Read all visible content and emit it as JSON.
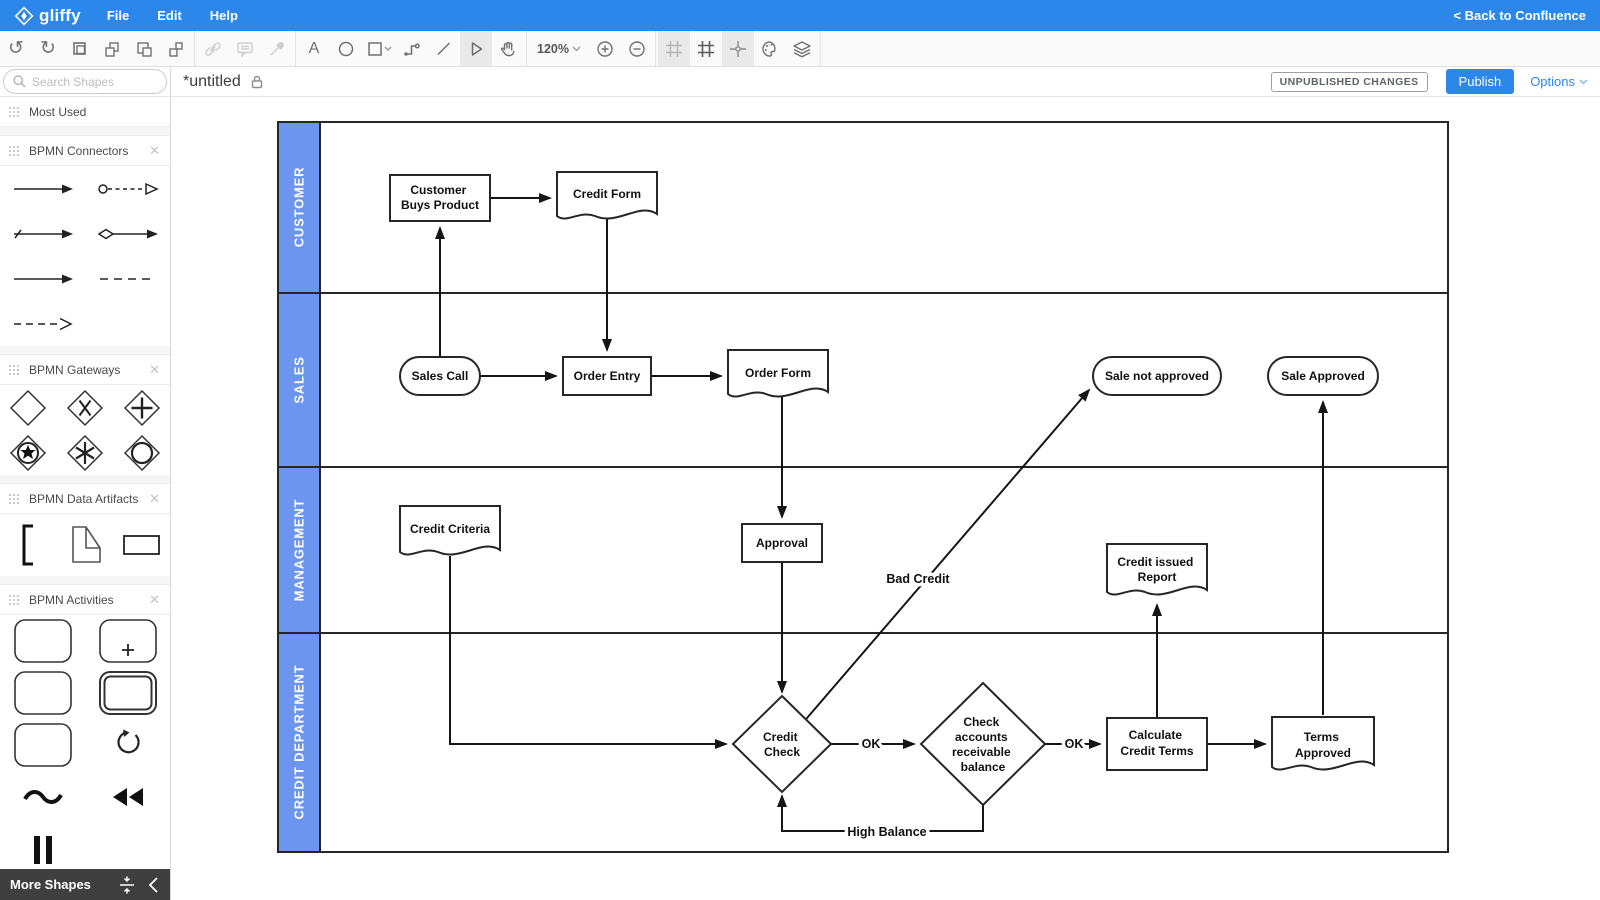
{
  "topbar": {
    "logo_text": "gliffy",
    "menus": [
      {
        "label": "File"
      },
      {
        "label": "Edit"
      },
      {
        "label": "Help"
      }
    ],
    "back_label": "< Back to Confluence"
  },
  "toolbar": {
    "zoom_level": "120%",
    "icons": [
      "undo",
      "redo",
      "bring-to-front",
      "bring-forward",
      "send-backward",
      "send-to-back",
      "link",
      "comment",
      "eyedropper",
      "text",
      "ellipse",
      "rectangle",
      "connector",
      "line",
      "pointer",
      "pan-hand",
      "zoom-dropdown",
      "zoom-in",
      "zoom-out",
      "grid-snap",
      "grid",
      "snap-to-object",
      "theme-palette",
      "layers"
    ],
    "pressed_icons": [
      "pointer",
      "grid-snap",
      "snap-to-object"
    ]
  },
  "titlebar": {
    "title": "*untitled",
    "status_badge": "UNPUBLISHED CHANGES",
    "publish_label": "Publish",
    "options_label": "Options"
  },
  "sidebar": {
    "search_placeholder": "Search Shapes",
    "sections": [
      {
        "label": "Most Used"
      },
      {
        "label": "BPMN Connectors"
      },
      {
        "label": "BPMN Gateways"
      },
      {
        "label": "BPMN Data Artifacts"
      },
      {
        "label": "BPMN Activities"
      }
    ],
    "more_shapes_label": "More Shapes"
  },
  "diagram": {
    "lanes": [
      "CUSTOMER",
      "SALES",
      "MANAGEMENT",
      "CREDIT DEPARTMENT"
    ],
    "nodes": {
      "customer_buys_product": {
        "type": "task",
        "lane": "CUSTOMER",
        "lines": [
          "Customer",
          "Buys Product"
        ]
      },
      "credit_form": {
        "type": "document",
        "lane": "CUSTOMER",
        "lines": [
          "Credit Form"
        ]
      },
      "sales_call": {
        "type": "terminator",
        "lane": "SALES",
        "lines": [
          "Sales Call"
        ]
      },
      "order_entry": {
        "type": "task",
        "lane": "SALES",
        "lines": [
          "Order Entry"
        ]
      },
      "order_form": {
        "type": "document",
        "lane": "SALES",
        "lines": [
          "Order Form"
        ]
      },
      "sale_not_approved": {
        "type": "terminator",
        "lane": "SALES",
        "lines": [
          "Sale not approved"
        ]
      },
      "sale_approved": {
        "type": "terminator",
        "lane": "SALES",
        "lines": [
          "Sale Approved"
        ]
      },
      "credit_criteria": {
        "type": "document",
        "lane": "MANAGEMENT",
        "lines": [
          "Credit Criteria"
        ]
      },
      "approval": {
        "type": "task",
        "lane": "MANAGEMENT",
        "lines": [
          "Approval"
        ]
      },
      "credit_issued_report": {
        "type": "document",
        "lane": "MANAGEMENT",
        "lines": [
          "Credit issued",
          "Report"
        ]
      },
      "credit_check": {
        "type": "decision",
        "lane": "CREDIT DEPARTMENT",
        "lines": [
          "Credit",
          "Check"
        ]
      },
      "check_ar_balance": {
        "type": "decision",
        "lane": "CREDIT DEPARTMENT",
        "lines": [
          "Check",
          "accounts",
          "receivable",
          "balance"
        ]
      },
      "calculate_credit_terms": {
        "type": "task",
        "lane": "CREDIT DEPARTMENT",
        "lines": [
          "Calculate",
          "Credit Terms"
        ]
      },
      "terms_approved": {
        "type": "document",
        "lane": "CREDIT DEPARTMENT",
        "lines": [
          "Terms",
          "Approved"
        ]
      }
    },
    "edge_labels": {
      "ok1": "OK",
      "ok2": "OK",
      "high_balance": "High Balance",
      "bad_credit": "Bad Credit"
    }
  },
  "colors": {
    "topbar_blue": "#2b87e9",
    "lane_blue": "#6b95ee",
    "publish_blue": "#2b87e9",
    "diagram_stroke": "#262626"
  }
}
